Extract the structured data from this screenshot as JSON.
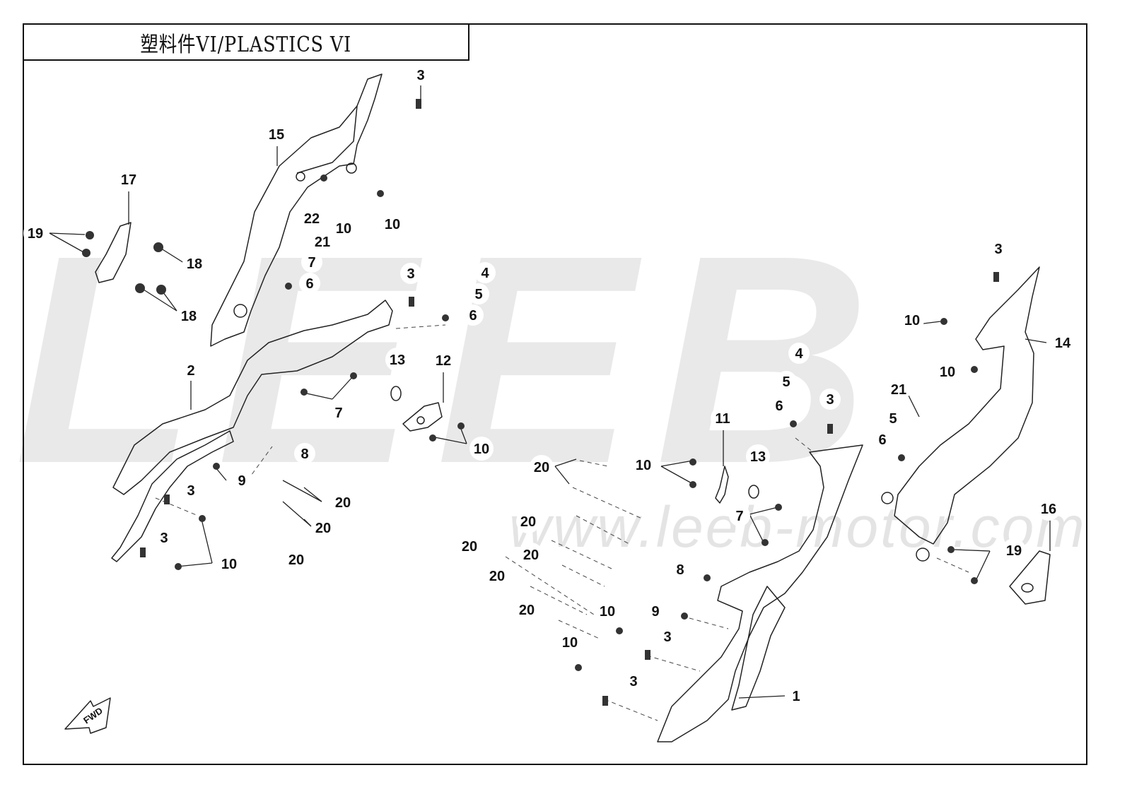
{
  "title": "塑料件VI/PLASTICS VI",
  "watermark": {
    "brand": "LEEB",
    "url": "www.leeb-motor.com"
  },
  "fwd_label": "FWD",
  "callouts": [
    "1",
    "2",
    "3",
    "4",
    "5",
    "6",
    "7",
    "8",
    "9",
    "10",
    "11",
    "12",
    "13",
    "14",
    "15",
    "16",
    "17",
    "18",
    "19",
    "20",
    "21",
    "22"
  ]
}
